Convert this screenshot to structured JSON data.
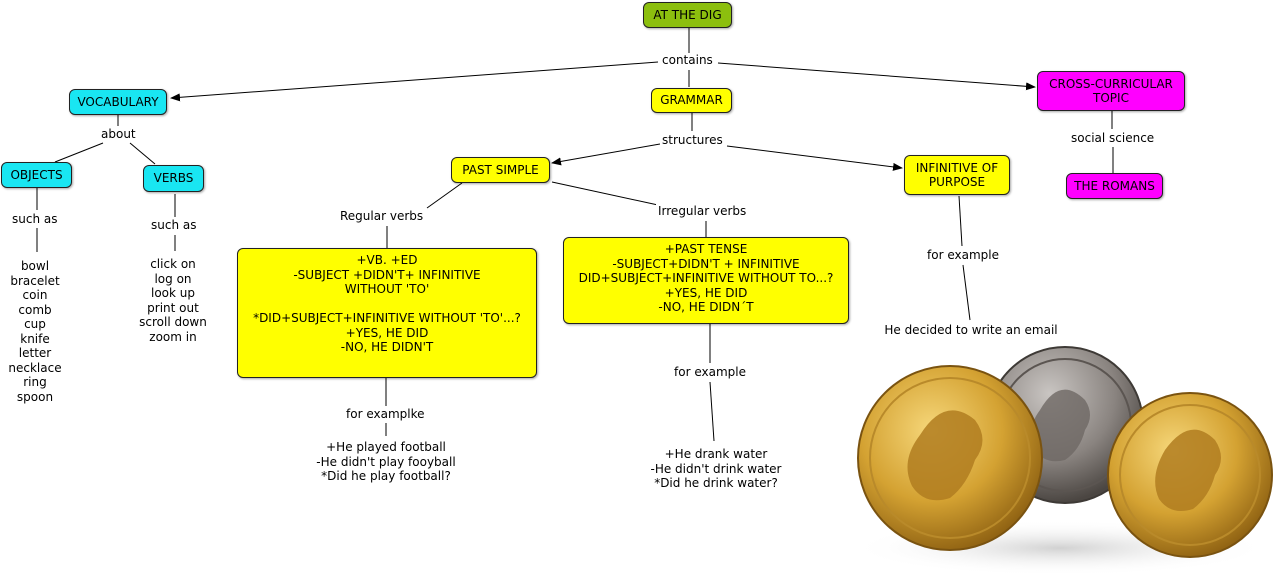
{
  "nodes": {
    "at_the_dig": "AT THE DIG",
    "vocabulary": "VOCABULARY",
    "grammar": "GRAMMAR",
    "cross_curricular": "CROSS-CURRICULAR\nTOPIC",
    "objects": "OBJECTS",
    "verbs": "VERBS",
    "past_simple": "PAST SIMPLE",
    "infinitive_of_purpose": "INFINITIVE OF\nPURPOSE",
    "the_romans": "THE ROMANS",
    "regular_box": "+VB. +ED\n-SUBJECT +DIDN'T+ INFINITIVE\nWITHOUT 'TO'\n\n*DID+SUBJECT+INFINITIVE WITHOUT 'TO'...?\n+YES, HE DID\n-NO, HE DIDN'T",
    "irregular_box": "+PAST TENSE\n-SUBJECT+DIDN'T + INFINITIVE\nDID+SUBJECT+INFINITIVE WITHOUT TO...?\n+YES, HE DID\n-NO, HE DIDN´T"
  },
  "links": {
    "contains": "contains",
    "about": "about",
    "structures": "structures",
    "social_science": "social science",
    "objects_such_as": "such as",
    "verbs_such_as": "such as",
    "regular_verbs": "Regular verbs",
    "irregular_verbs": "Irregular verbs",
    "for_examplke": "for examplke",
    "irregular_for_example": "for example",
    "infinitive_for_example": "for example"
  },
  "lists": {
    "objects": "bowl\nbracelet\ncoin\ncomb\ncup\nknife\nletter\nnecklace\nring\nspoon",
    "verbs": "click on\nlog on\nlook up\nprint out\nscroll down\nzoom in"
  },
  "examples": {
    "regular": "+He played football\n-He didn't play fooyball\n*Did he play football?",
    "irregular": "+He drank water\n-He didn't drink water\n*Did he drink water?",
    "infinitive": "He decided to write an email"
  },
  "colors": {
    "root": "#8cbf0e",
    "grammar_nodes": "#ffff00",
    "vocabulary_nodes": "#19e6f2",
    "topic_nodes": "#ff00ff"
  },
  "image": {
    "subject": "roman-gold-and-silver-coins"
  }
}
